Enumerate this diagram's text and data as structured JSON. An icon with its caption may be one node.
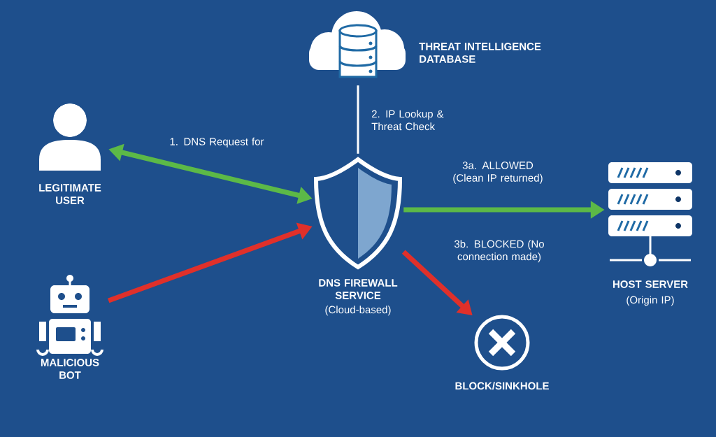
{
  "diagram": {
    "nodes": [
      {
        "text": [
          "LEGITIMATE USER"
        ]
      },
      {
        "text": [
          "MALICIOUS BOT"
        ]
      },
      {
        "text": [
          "THREAT INTELLIGENCE DATABASE"
        ]
      },
      {
        "text": [
          "DNS FIREWALL SERVICE",
          "(Cloud-based)"
        ]
      },
      {
        "text": [
          "HOST SERVER",
          "(Origin IP)"
        ]
      },
      {
        "text": [
          "BLOCK/SINKHOLE"
        ]
      }
    ],
    "edges": [
      {
        "from": 0,
        "to": 3,
        "arrow": "both",
        "label": "1. DNS Request for",
        "color": "#5cb947"
      },
      {
        "from": 1,
        "to": 3,
        "arrow": "to",
        "color": "#e0302a"
      },
      {
        "from": 2,
        "to": 3,
        "arrow": "none",
        "label": "2. IP Lookup & Threat Check",
        "color": "#ffffff"
      },
      {
        "from": 3,
        "to": 4,
        "arrow": "to",
        "label": "3a. ALLOWED (Clean IP returned)",
        "color": "#5cb947"
      },
      {
        "from": 3,
        "to": 5,
        "arrow": "to",
        "label": "3b. BLOCKED (No connection made)",
        "color": "#e0302a"
      }
    ]
  }
}
